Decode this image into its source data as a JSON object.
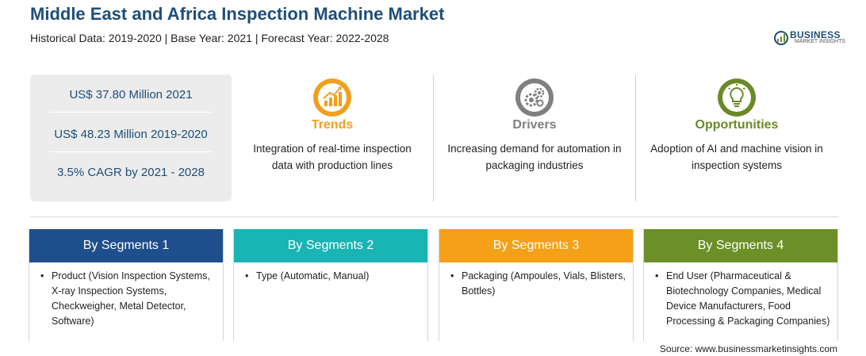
{
  "header": {
    "title": "Middle East and Africa Inspection Machine Market",
    "subtitle": "Historical Data: 2019-2020 | Base Year: 2021 | Forecast Year: 2022-2028"
  },
  "logo": {
    "name": "BUSINESS",
    "sub": "MARKET INSIGHTS",
    "color": "#1f4e79"
  },
  "stats": [
    "US$ 37.80 Million 2021",
    "US$ 48.23 Million 2019-2020",
    "3.5% CAGR by 2021 - 2028"
  ],
  "insights": [
    {
      "title": "Trends",
      "icon": "growth-chart-icon",
      "color": "#f0a01e",
      "text": "Integration of real-time inspection data with production lines"
    },
    {
      "title": "Drivers",
      "icon": "gears-icon",
      "color": "#808080",
      "text": "Increasing demand for automation in packaging industries"
    },
    {
      "title": "Opportunities",
      "icon": "lightbulb-icon",
      "color": "#6a8a28",
      "text": "Adoption of AI and machine vision in inspection systems"
    }
  ],
  "segments": [
    {
      "title": "By Segments 1",
      "color": "#1f4e8c",
      "item": "Product (Vision Inspection Systems, X-ray Inspection Systems, Checkweigher, Metal Detector, Software)"
    },
    {
      "title": "By Segments 2",
      "color": "#19b4b4",
      "item": "Type (Automatic, Manual)"
    },
    {
      "title": "By Segments 3",
      "color": "#f5a017",
      "item": "Packaging (Ampoules, Vials, Blisters, Bottles)"
    },
    {
      "title": "By Segments 4",
      "color": "#6d8f27",
      "item": "End User (Pharmaceutical & Biotechnology Companies, Medical Device Manufacturers, Food Processing & Packaging Companies)"
    }
  ],
  "source": "Source: www.businessmarketinsights.com"
}
